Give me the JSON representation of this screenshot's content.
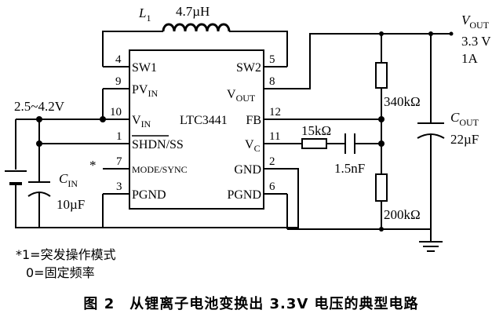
{
  "chip": {
    "name": "LTC3441",
    "pins_left": [
      {
        "num": "4",
        "label": "SW1"
      },
      {
        "num": "9",
        "label": "PV",
        "sub": "IN"
      },
      {
        "num": "10",
        "label": "V",
        "sub": "IN"
      },
      {
        "num": "1",
        "label": "SHDN/SS"
      },
      {
        "num": "7",
        "label": "MODE/SYNC"
      },
      {
        "num": "3",
        "label": "PGND"
      }
    ],
    "pins_right": [
      {
        "num": "5",
        "label": "SW2"
      },
      {
        "num": "8",
        "label": "V",
        "sub": "OUT"
      },
      {
        "num": "12",
        "label": "FB"
      },
      {
        "num": "11",
        "label": "V",
        "sub": "C"
      },
      {
        "num": "2",
        "label": "GND"
      },
      {
        "num": "6",
        "label": "PGND"
      }
    ]
  },
  "components": {
    "inductor": {
      "ref": "L",
      "ref_sub": "1",
      "value": "4.7µH"
    },
    "input_voltage": "2.5~4.2V",
    "cin": {
      "ref": "C",
      "ref_sub": "IN",
      "value": "10µF"
    },
    "vout": {
      "ref": "V",
      "ref_sub": "OUT",
      "voltage": "3.3 V",
      "current": "1A"
    },
    "r_top": "340kΩ",
    "r_bottom": "200kΩ",
    "rc": "15kΩ",
    "cc": "1.5nF",
    "cout": {
      "ref": "C",
      "ref_sub": "OUT",
      "value": "22µF"
    },
    "mode_marker": "*"
  },
  "notes": [
    "*1=突发操作模式",
    "0=固定频率"
  ],
  "caption": "图 2　从锂离子电池变换出 3.3V 电压的典型电路"
}
